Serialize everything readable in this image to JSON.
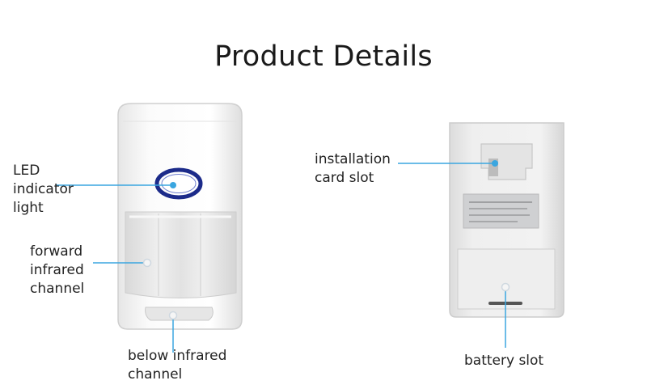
{
  "title": "Product Details",
  "front_labels": {
    "led": [
      "LED",
      "indicator",
      "light"
    ],
    "forward": [
      "forward",
      "infrared",
      "channel"
    ],
    "below": [
      "below infrared",
      "channel"
    ]
  },
  "back_labels": {
    "installation": [
      "installation",
      "card slot"
    ],
    "battery": [
      "battery slot"
    ]
  },
  "colors": {
    "callout": "#3aa6e0",
    "led_ring": "#1c2b8a",
    "body": "#f2f2f2"
  }
}
